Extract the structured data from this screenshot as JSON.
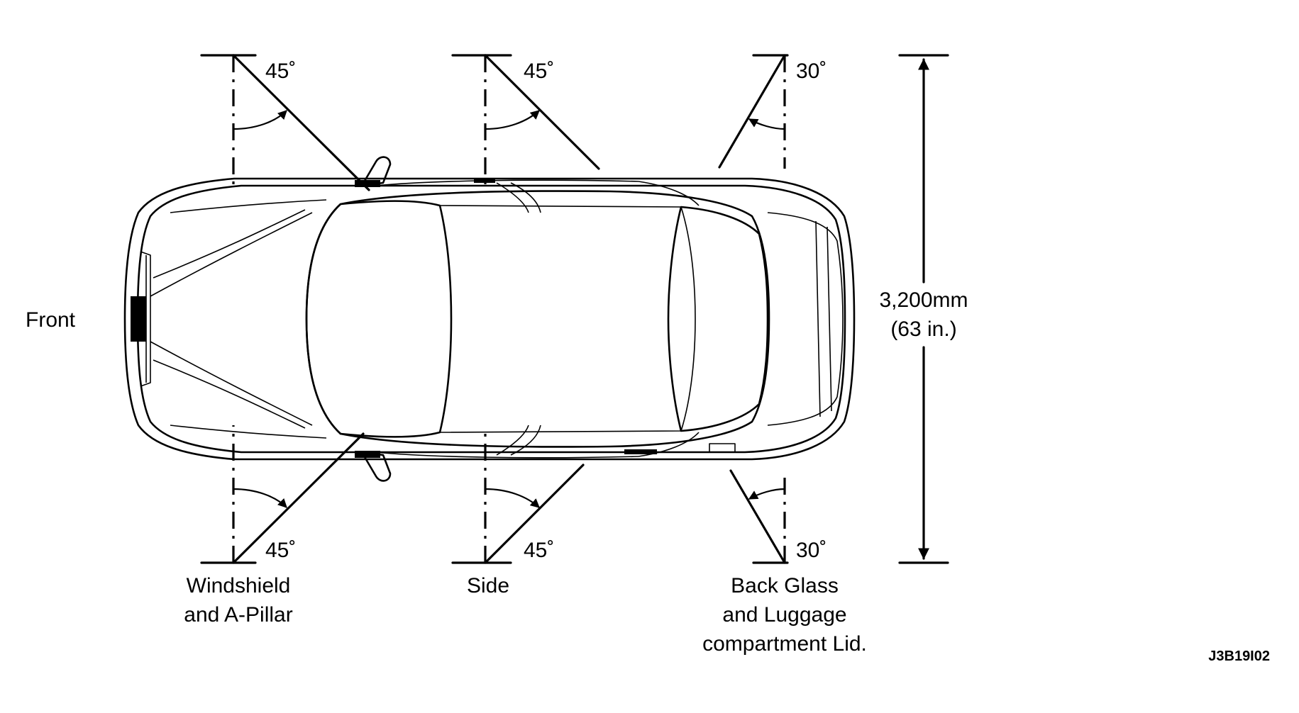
{
  "labels": {
    "front": "Front",
    "windshield_line1": "Windshield",
    "windshield_line2": "and A-Pillar",
    "side": "Side",
    "back_line1": "Back Glass",
    "back_line2": "and Luggage",
    "back_line3": "compartment Lid.",
    "dimension_mm": "3,200mm",
    "dimension_in": "(63 in.)",
    "figure_code": "J3B19I02"
  },
  "angles": {
    "windshield_top": "45˚",
    "windshield_bottom": "45˚",
    "side_top": "45˚",
    "side_bottom": "45˚",
    "back_top": "30˚",
    "back_bottom": "30˚"
  }
}
